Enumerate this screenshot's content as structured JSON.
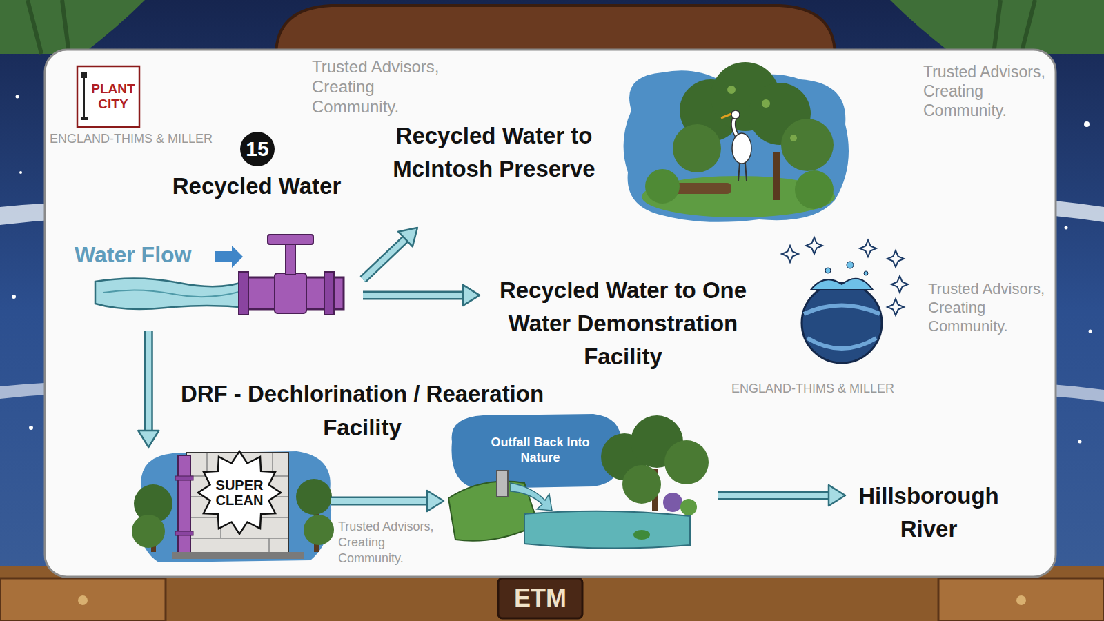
{
  "diagram": {
    "nodes": [
      {
        "text": [
          "Recycled Water"
        ]
      },
      {
        "text": [
          "Recycled Water to McIntosh Preserve"
        ]
      },
      {
        "text": [
          "Recycled Water to One Water Demonstration Facility"
        ]
      },
      {
        "text": [
          "DRF - Dechlorination / Reaeration Facility",
          "SUPER CLEAN"
        ]
      },
      {
        "text": [
          "Outfall Back Into Nature"
        ]
      },
      {
        "text": [
          "Hillsborough River"
        ]
      }
    ],
    "edges": [
      {
        "from": 0,
        "to": 1,
        "arrow": "to"
      },
      {
        "from": 0,
        "to": 2,
        "arrow": "to"
      },
      {
        "from": 0,
        "to": 3,
        "arrow": "to"
      },
      {
        "from": 3,
        "to": 4,
        "arrow": "to"
      },
      {
        "from": 4,
        "to": 5,
        "arrow": "to"
      }
    ],
    "labels": [
      "PLANT CITY",
      "Trusted Advisors, Creating Community.",
      "Trusted Advisors, Creating Community.",
      "ENGLAND-THIMS & MILLER",
      "15",
      "Water Flow",
      "Trusted Advisors, Creating Community.",
      "ENGLAND-THIMS & MILLER",
      "Trusted Advisors, Creating Community.",
      "ETM"
    ]
  }
}
